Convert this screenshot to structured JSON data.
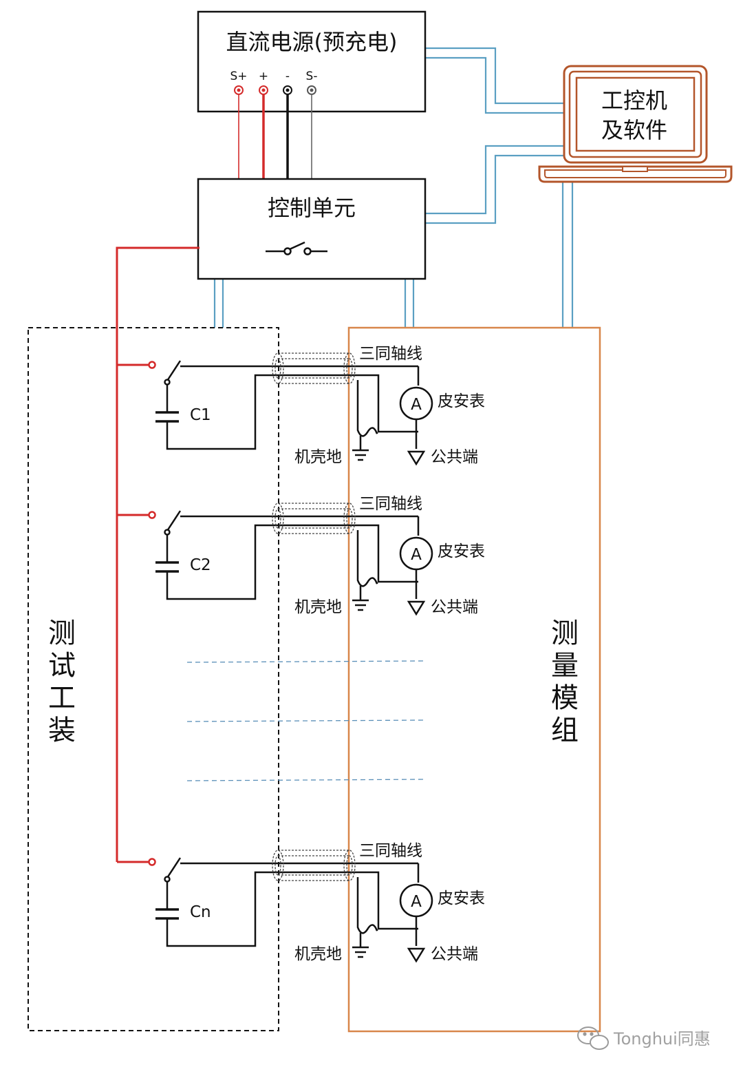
{
  "blocks": {
    "power_supply": "直流电源(预充电)",
    "control_unit": "控制单元",
    "computer_line1": "工控机",
    "computer_line2": "及软件"
  },
  "terminals": [
    "S+",
    "+",
    "-",
    "S-"
  ],
  "fixture_label": [
    "测",
    "试",
    "工",
    "装"
  ],
  "module_label": [
    "测",
    "量",
    "模",
    "组"
  ],
  "channels": [
    {
      "cap": "C1",
      "cable": "三同轴线",
      "meter": "皮安表",
      "meter_symbol": "A",
      "ground": "机壳地",
      "common": "公共端"
    },
    {
      "cap": "C2",
      "cable": "三同轴线",
      "meter": "皮安表",
      "meter_symbol": "A",
      "ground": "机壳地",
      "common": "公共端"
    },
    {
      "cap": "Cn",
      "cable": "三同轴线",
      "meter": "皮安表",
      "meter_symbol": "A",
      "ground": "机壳地",
      "common": "公共端"
    }
  ],
  "watermark": "Tonghui同惠",
  "colors": {
    "red_wire": "#d42a2a",
    "signal_cable": "#5a9fc2",
    "module_border": "#d8864a",
    "laptop": "#b3552a"
  }
}
